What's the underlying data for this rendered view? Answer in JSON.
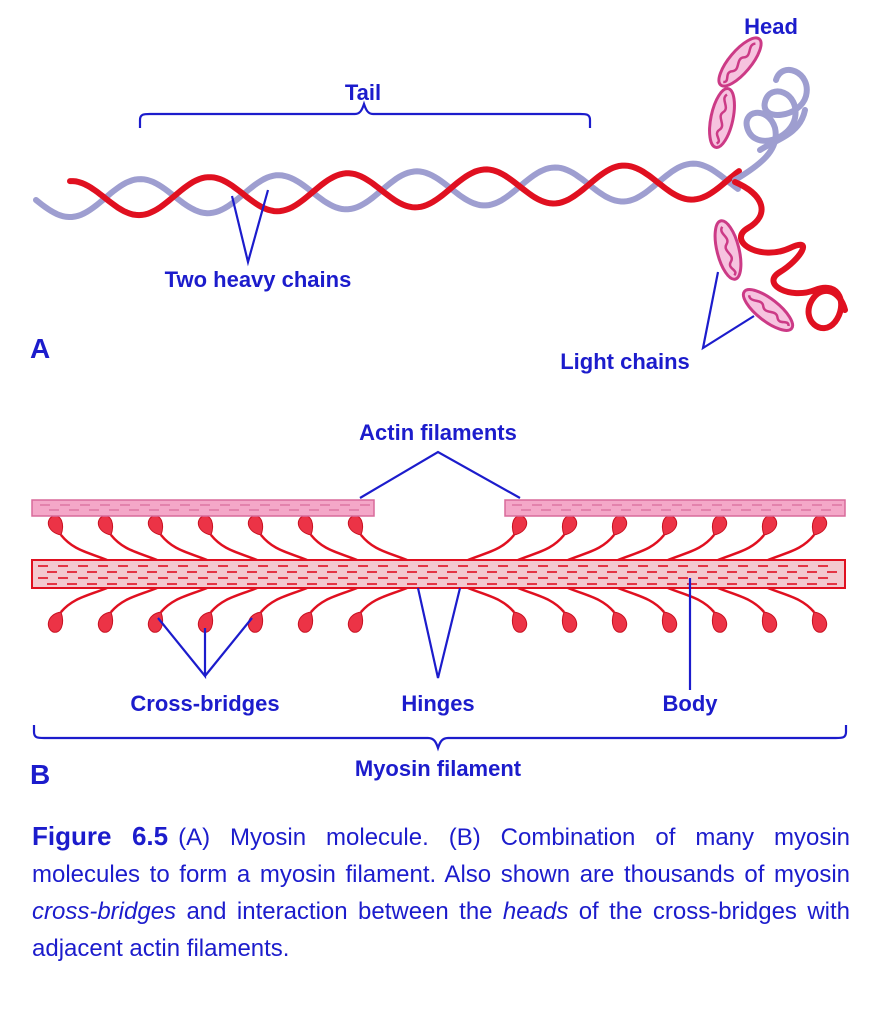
{
  "panel_a": {
    "label": "A",
    "tail_label": "Tail",
    "head_label": "Head",
    "heavy_chains_label": "Two heavy chains",
    "light_chains_label": "Light chains"
  },
  "panel_b": {
    "label": "B",
    "actin_label": "Actin filaments",
    "cross_bridges_label": "Cross-bridges",
    "hinges_label": "Hinges",
    "body_label": "Body",
    "myosin_label": "Myosin filament"
  },
  "colors": {
    "heavy_chain_red": "#e01020",
    "heavy_chain_lavender": "#9e9ed0",
    "light_chain_magenta": "#cc3a86",
    "light_chain_fill": "#f6c3df",
    "actin_fill": "#f4a7c8",
    "label_blue": "#1c1ccc"
  },
  "caption": {
    "figure_label": "Figure 6.5",
    "part1": "(A) Myosin molecule. (B) Combination of many myosin molecules to form a myosin filament. Also shown are thousands of myosin ",
    "em1": "cross-bridges",
    "part2": " and interaction between the ",
    "em2": "heads",
    "part3": " of the cross-bridges with adjacent actin filaments."
  }
}
